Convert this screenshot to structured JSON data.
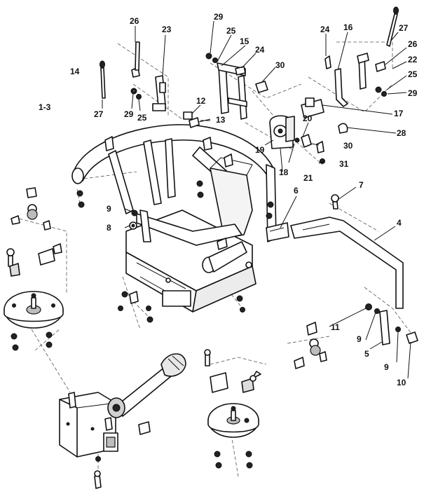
{
  "diagram": {
    "callouts": [
      "14",
      "1-3",
      "27",
      "29",
      "25",
      "26",
      "23",
      "29",
      "25",
      "15",
      "24",
      "30",
      "12",
      "13",
      "24",
      "16",
      "26",
      "22",
      "25",
      "29",
      "17",
      "27",
      "20",
      "28",
      "19",
      "18",
      "21",
      "30",
      "31",
      "6",
      "7",
      "4",
      "9",
      "8",
      "11",
      "9",
      "5",
      "9",
      "10"
    ]
  }
}
